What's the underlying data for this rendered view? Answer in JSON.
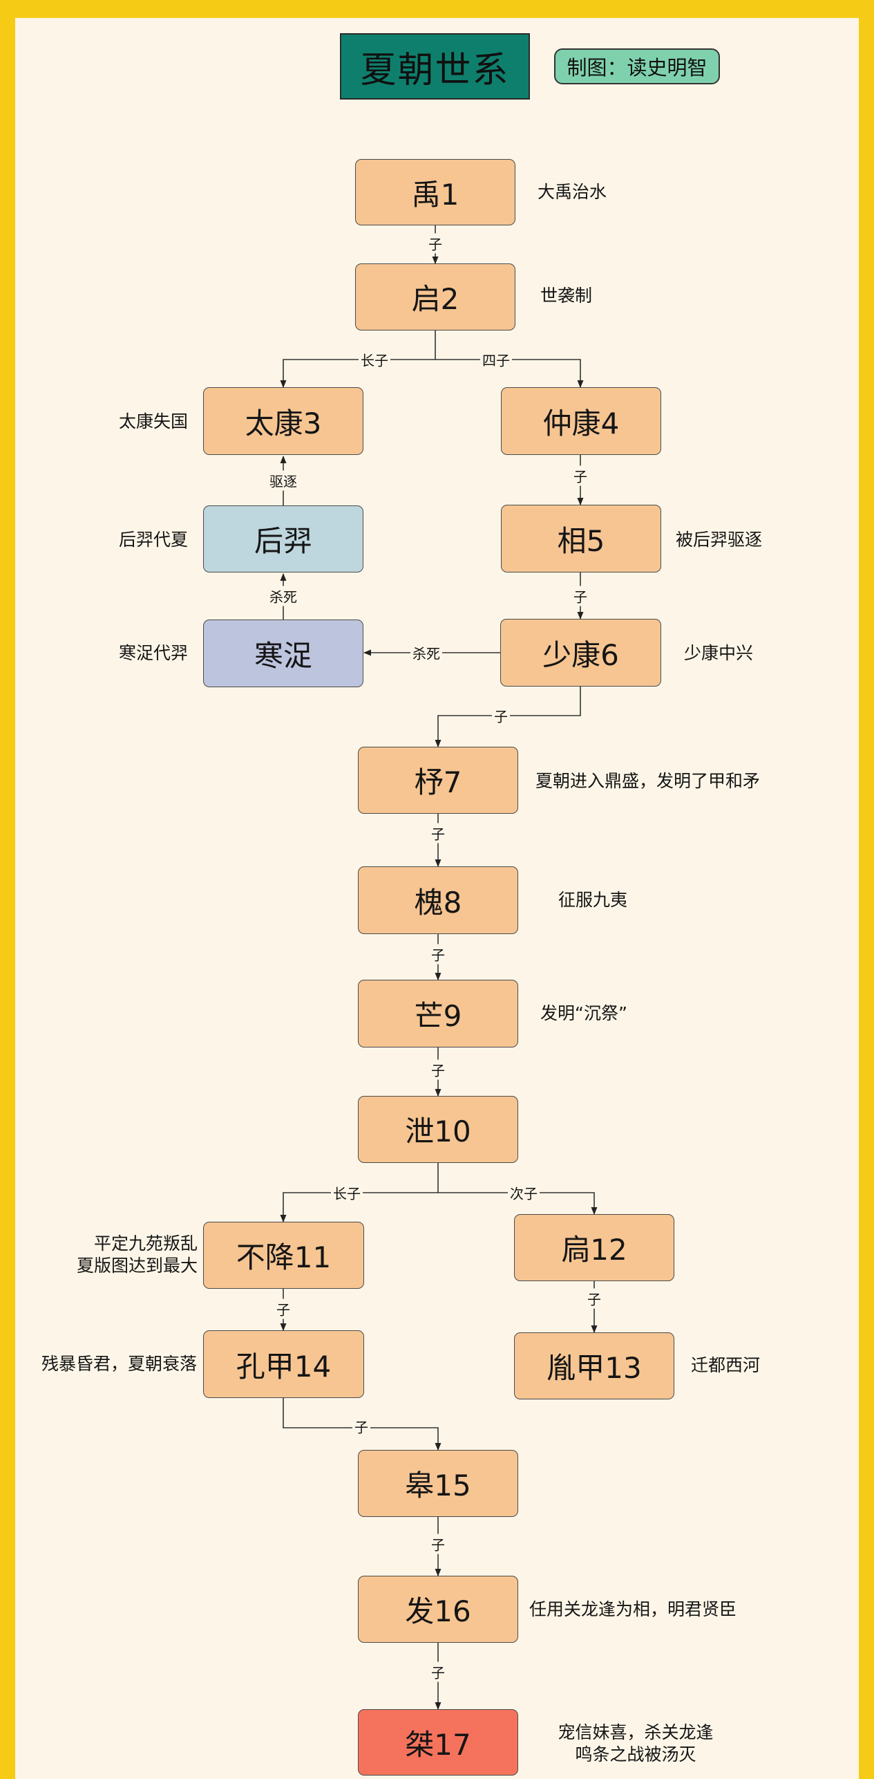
{
  "header": {
    "title": "夏朝世系",
    "credit": "制图：读史明智"
  },
  "colors": {
    "frame": "#f6cb16",
    "background": "#fdf6e8",
    "title_fill": "#0f7f6d",
    "credit_fill": "#7fd1ad",
    "ruler_fill": "#f6c592",
    "houyi_fill": "#bed6dd",
    "hanzhuo_fill": "#bdc4dd",
    "jie_fill": "#f5735d"
  },
  "nodes": {
    "yu": "禹1",
    "qi": "启2",
    "taikang": "太康3",
    "zhongkang": "仲康4",
    "houyi": "后羿",
    "xiang": "相5",
    "hanzhuo": "寒浞",
    "shaokang": "少康6",
    "zhu": "杼7",
    "huai": "槐8",
    "mang": "芒9",
    "xie": "泄10",
    "bujiang": "不降11",
    "jiong": "扃12",
    "jin": "胤甲13",
    "kongjia": "孔甲14",
    "gao": "皋15",
    "fa": "发16",
    "jie": "桀17"
  },
  "notes": {
    "yu": "大禹治水",
    "qi": "世袭制",
    "taikang": "太康失国",
    "houyi": "后羿代夏",
    "xiang": "被后羿驱逐",
    "hanzhuo": "寒浞代羿",
    "shaokang": "少康中兴",
    "zhu": "夏朝进入鼎盛，发明了甲和矛",
    "huai": "征服九夷",
    "mang": "发明“沉祭”",
    "bujiang": [
      "平定九苑叛乱",
      "夏版图达到最大"
    ],
    "kongjia": "残暴昏君，夏朝衰落",
    "jin": "迁都西河",
    "fa": "任用关龙逢为相，明君贤臣",
    "jie": [
      "宠信妹喜，杀关龙逢",
      "鸣条之战被汤灭"
    ]
  },
  "edge_labels": {
    "son": "子",
    "eldest_son": "长子",
    "fourth_son": "四子",
    "second_son": "次子",
    "expel": "驱逐",
    "kill": "杀死"
  }
}
